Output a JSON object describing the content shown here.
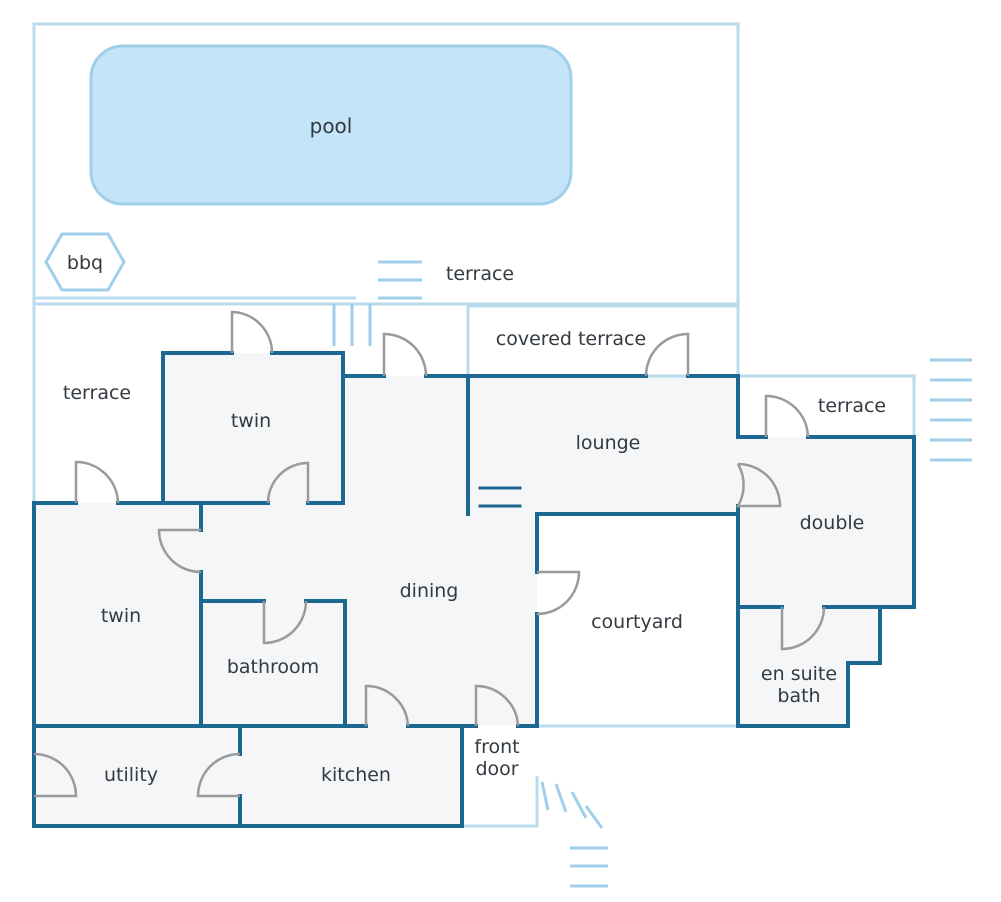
{
  "colors": {
    "wall": "#1c6890",
    "outline": "#b9dbee",
    "pool_fill": "#c4e4f7",
    "room_fill": "#f5f6f7",
    "door_swing": "#9a9a9a",
    "text": "#333a40"
  },
  "labels": {
    "pool": "pool",
    "bbq": "bbq",
    "terrace_top": "terrace",
    "terrace_left": "terrace",
    "terrace_right": "terrace",
    "covered_terrace": "covered terrace",
    "twin_upper": "twin",
    "twin_left": "twin",
    "lounge": "lounge",
    "double": "double",
    "dining": "dining",
    "courtyard": "courtyard",
    "bathroom": "bathroom",
    "en_suite_line1": "en suite",
    "en_suite_line2": "bath",
    "utility": "utility",
    "kitchen": "kitchen",
    "front_door_line1": "front",
    "front_door_line2": "door"
  }
}
